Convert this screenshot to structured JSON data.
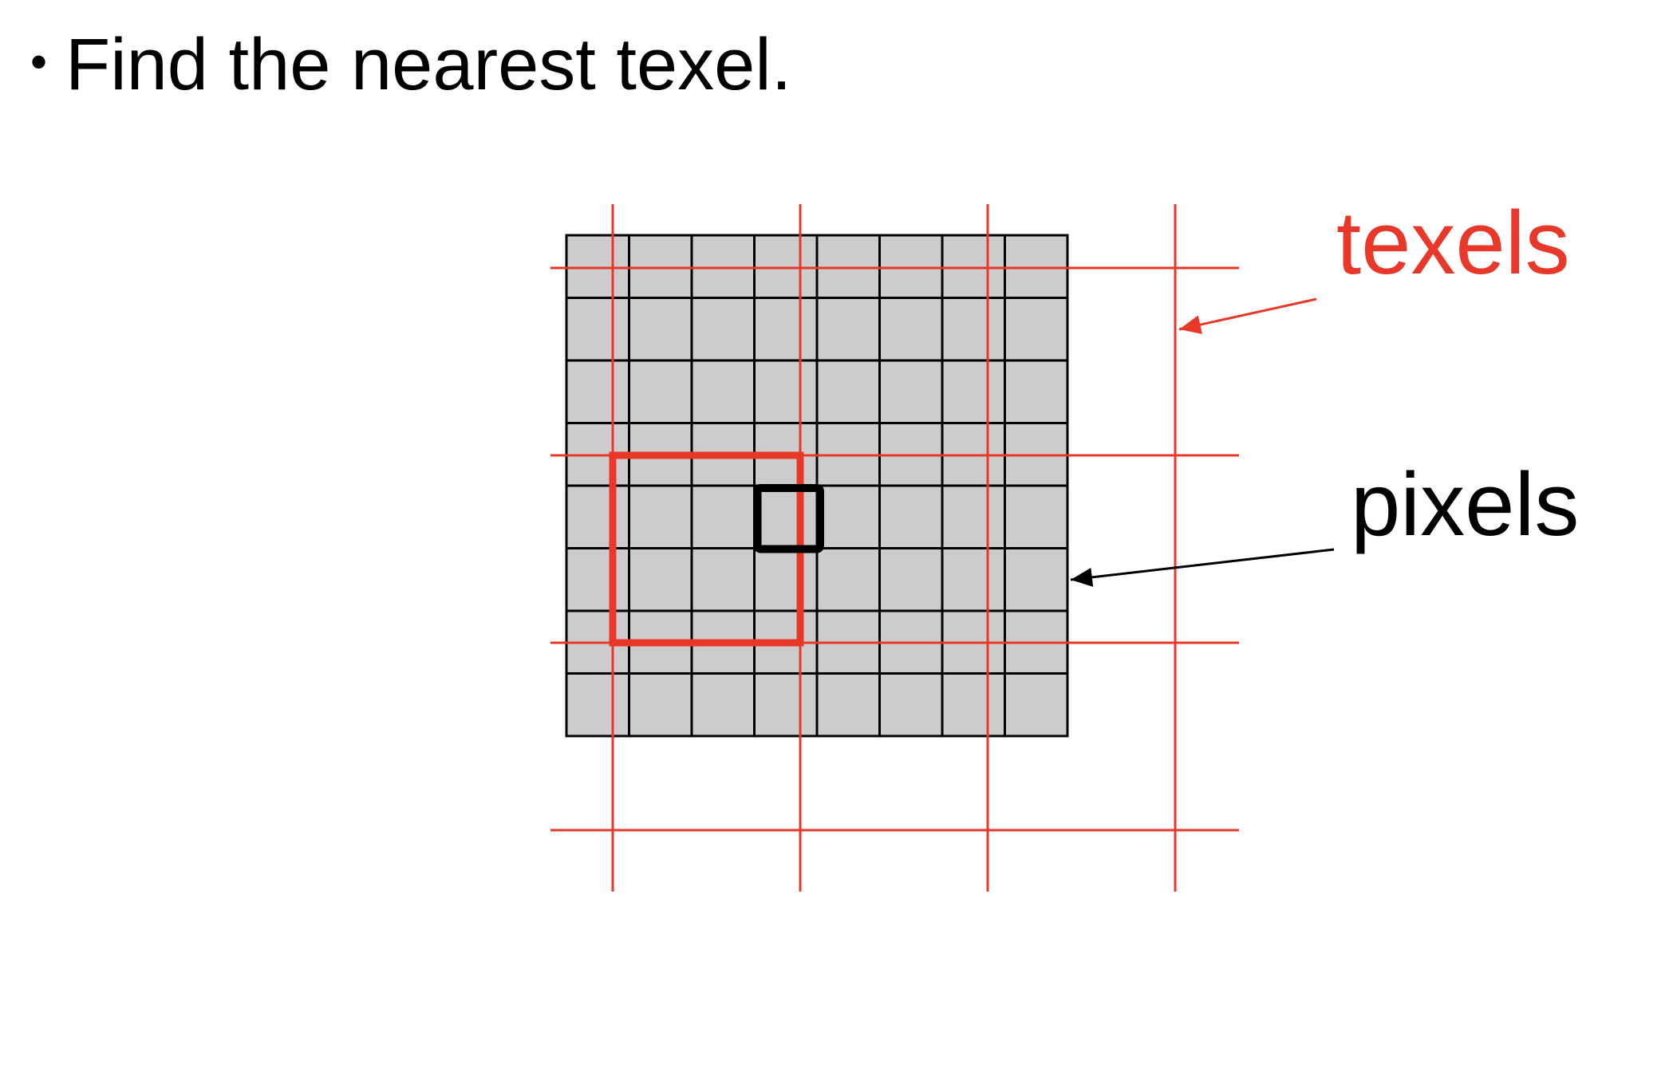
{
  "slide": {
    "bullet": "•",
    "text": "Find the nearest texel."
  },
  "labels": {
    "texels": "texels",
    "pixels": "pixels"
  },
  "colors": {
    "texel": "#e8382a",
    "pixel": "#000000",
    "pixel_fill": "#cccccc",
    "background": "#ffffff"
  },
  "diagram": {
    "pixel_grid": {
      "rows": 8,
      "cols": 8
    },
    "texel_grid": {
      "rows": 4,
      "cols": 4
    },
    "highlight_pixel": {
      "row": 4,
      "col": 3
    },
    "highlight_texel": {
      "row": 1,
      "col": 0
    }
  }
}
